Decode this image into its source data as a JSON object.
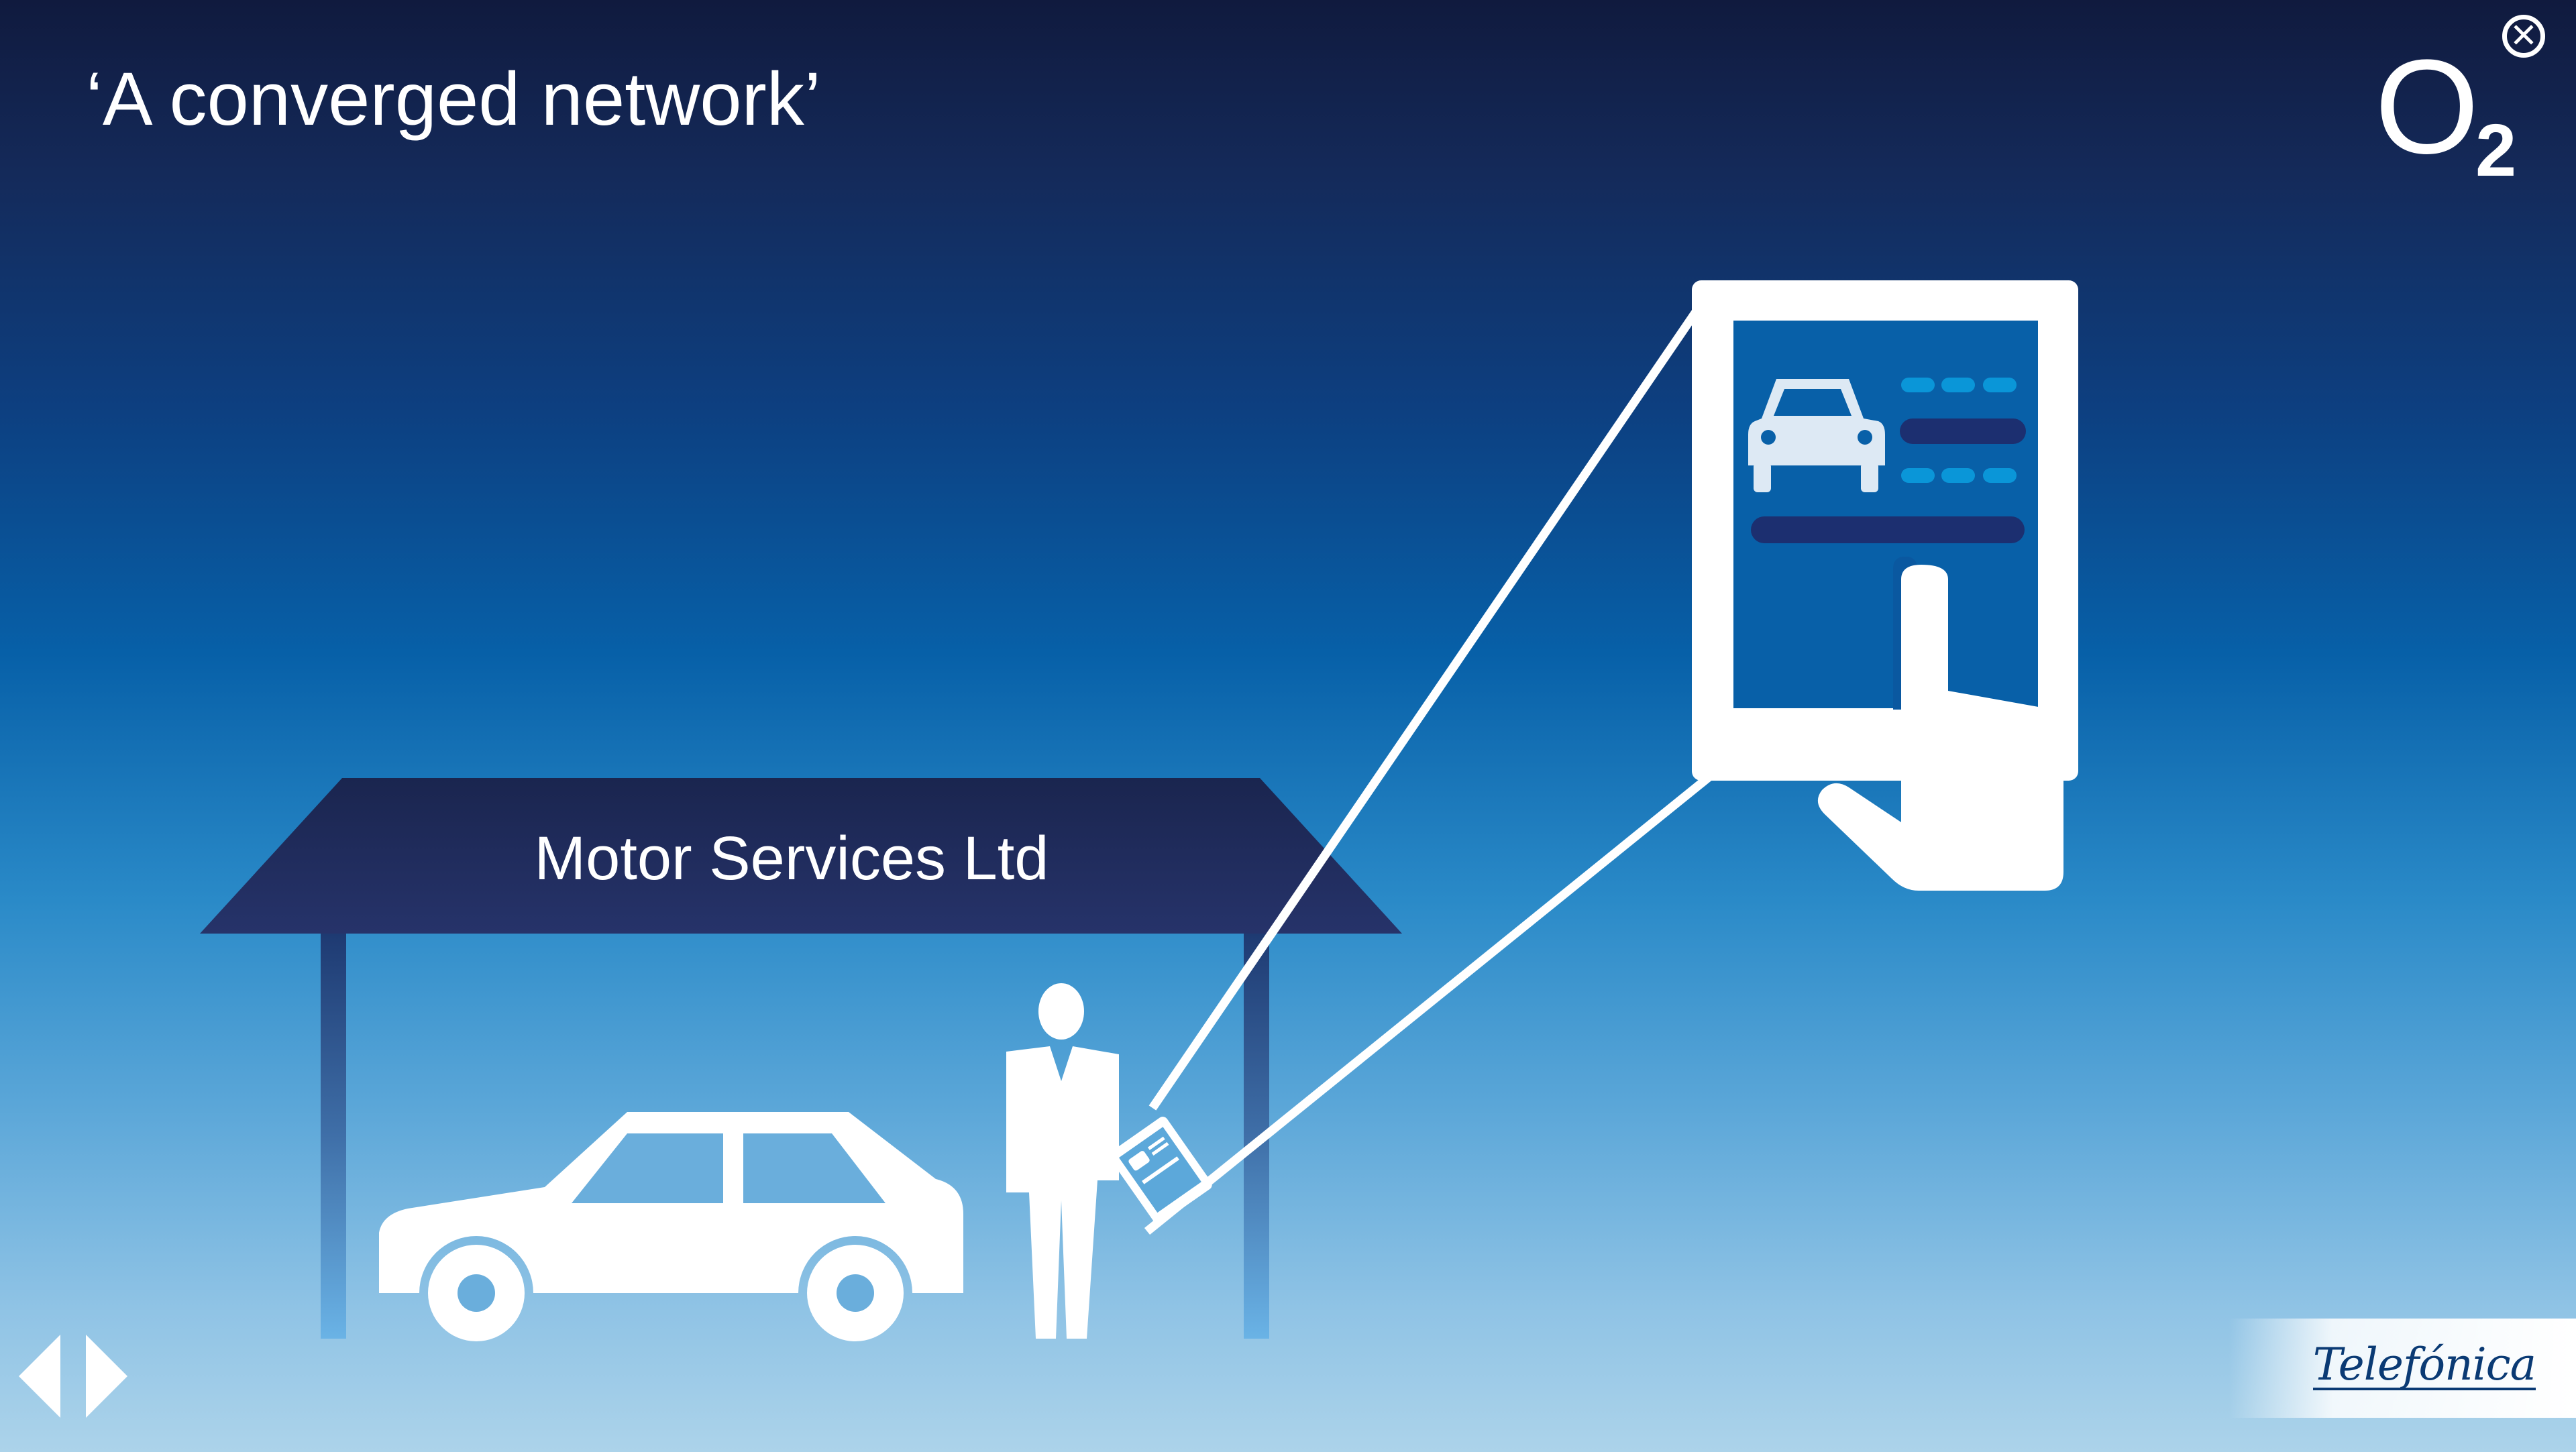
{
  "slide": {
    "title": "‘A converged network’",
    "shop_sign": "Motor Services Ltd"
  },
  "brand": {
    "o2_letter": "O",
    "o2_subscript": "2",
    "telefonica": "Telefónica"
  },
  "controls": {
    "close_glyph": "✕",
    "nav": [
      "prev-arrow-icon",
      "next-arrow-icon"
    ]
  },
  "colors": {
    "sign_fill": "#1f2c5c",
    "tablet_screen": "#0860a8",
    "tablet_accent": "#0a96d8",
    "tablet_dark_bar": "#1c2f70",
    "white": "#ffffff"
  }
}
